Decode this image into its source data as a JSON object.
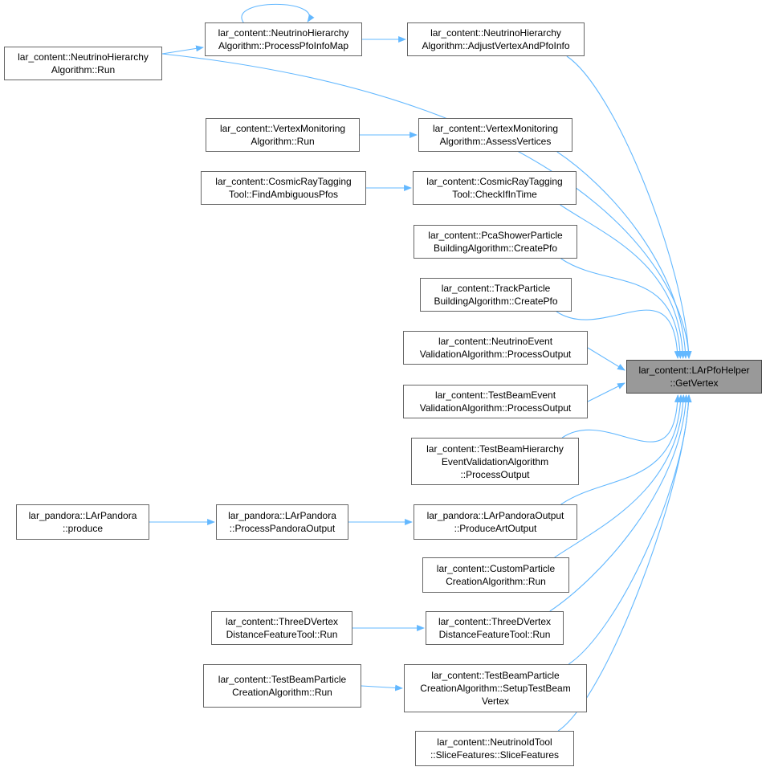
{
  "colors": {
    "edge": "#63b8ff",
    "node_border": "#666666",
    "target_fill": "#999999"
  },
  "nodes": [
    {
      "id": "target",
      "lines": [
        "lar_content::LArPfoHelper",
        "::GetVertex"
      ],
      "target": true
    },
    {
      "id": "nha_run",
      "lines": [
        "lar_content::NeutrinoHierarchy",
        "Algorithm::Run"
      ]
    },
    {
      "id": "nha_ppim",
      "lines": [
        "lar_content::NeutrinoHierarchy",
        "Algorithm::ProcessPfoInfoMap"
      ]
    },
    {
      "id": "nha_avpi",
      "lines": [
        "lar_content::NeutrinoHierarchy",
        "Algorithm::AdjustVertexAndPfoInfo"
      ]
    },
    {
      "id": "vma_run",
      "lines": [
        "lar_content::VertexMonitoring",
        "Algorithm::Run"
      ]
    },
    {
      "id": "vma_av",
      "lines": [
        "lar_content::VertexMonitoring",
        "Algorithm::AssessVertices"
      ]
    },
    {
      "id": "crt_fap",
      "lines": [
        "lar_content::CosmicRayTagging",
        "Tool::FindAmbiguousPfos"
      ]
    },
    {
      "id": "crt_cit",
      "lines": [
        "lar_content::CosmicRayTagging",
        "Tool::CheckIfInTime"
      ]
    },
    {
      "id": "pcasb",
      "lines": [
        "lar_content::PcaShowerParticle",
        "BuildingAlgorithm::CreatePfo"
      ]
    },
    {
      "id": "trackpb",
      "lines": [
        "lar_content::TrackParticle",
        "BuildingAlgorithm::CreatePfo"
      ]
    },
    {
      "id": "nev",
      "lines": [
        "lar_content::NeutrinoEvent",
        "ValidationAlgorithm::ProcessOutput"
      ]
    },
    {
      "id": "tbev",
      "lines": [
        "lar_content::TestBeamEvent",
        "ValidationAlgorithm::ProcessOutput"
      ]
    },
    {
      "id": "tbhev",
      "lines": [
        "lar_content::TestBeamHierarchy",
        "EventValidationAlgorithm",
        "::ProcessOutput"
      ]
    },
    {
      "id": "lp_produce",
      "lines": [
        "lar_pandora::LArPandora",
        "::produce"
      ]
    },
    {
      "id": "lp_ppo",
      "lines": [
        "lar_pandora::LArPandora",
        "::ProcessPandoraOutput"
      ]
    },
    {
      "id": "lpo_pao",
      "lines": [
        "lar_pandora::LArPandoraOutput",
        "::ProduceArtOutput"
      ]
    },
    {
      "id": "cpc_run",
      "lines": [
        "lar_content::CustomParticle",
        "CreationAlgorithm::Run"
      ]
    },
    {
      "id": "tdv_a",
      "lines": [
        "lar_content::ThreeDVertex",
        "DistanceFeatureTool::Run"
      ]
    },
    {
      "id": "tdv_b",
      "lines": [
        "lar_content::ThreeDVertex",
        "DistanceFeatureTool::Run"
      ]
    },
    {
      "id": "tbpc_run",
      "lines": [
        "lar_content::TestBeamParticle",
        "CreationAlgorithm::Run"
      ]
    },
    {
      "id": "tbpc_stbv",
      "lines": [
        "lar_content::TestBeamParticle",
        "CreationAlgorithm::SetupTestBeam",
        "Vertex"
      ]
    },
    {
      "id": "nit_sf",
      "lines": [
        "lar_content::NeutrinoIdTool",
        "::SliceFeatures::SliceFeatures"
      ]
    }
  ],
  "edges": [
    {
      "from": "nha_run",
      "to": "nha_ppim"
    },
    {
      "from": "nha_ppim",
      "to": "nha_ppim"
    },
    {
      "from": "nha_ppim",
      "to": "nha_avpi"
    },
    {
      "from": "nha_avpi",
      "to": "target"
    },
    {
      "from": "nha_run",
      "to": "target"
    },
    {
      "from": "vma_run",
      "to": "vma_av"
    },
    {
      "from": "vma_av",
      "to": "target"
    },
    {
      "from": "crt_fap",
      "to": "crt_cit"
    },
    {
      "from": "crt_cit",
      "to": "target"
    },
    {
      "from": "pcasb",
      "to": "target"
    },
    {
      "from": "trackpb",
      "to": "target"
    },
    {
      "from": "nev",
      "to": "target"
    },
    {
      "from": "tbev",
      "to": "target"
    },
    {
      "from": "tbhev",
      "to": "target"
    },
    {
      "from": "lp_produce",
      "to": "lp_ppo"
    },
    {
      "from": "lp_ppo",
      "to": "lpo_pao"
    },
    {
      "from": "lpo_pao",
      "to": "target"
    },
    {
      "from": "cpc_run",
      "to": "target"
    },
    {
      "from": "tdv_a",
      "to": "tdv_b"
    },
    {
      "from": "tdv_b",
      "to": "target"
    },
    {
      "from": "tbpc_run",
      "to": "tbpc_stbv"
    },
    {
      "from": "tbpc_stbv",
      "to": "target"
    },
    {
      "from": "nit_sf",
      "to": "target"
    }
  ]
}
